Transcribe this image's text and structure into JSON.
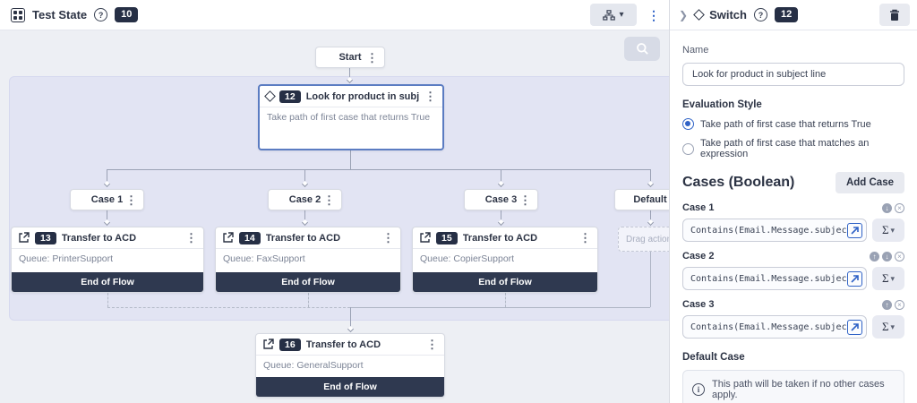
{
  "header": {
    "title": "Test State",
    "badge": "10"
  },
  "canvas": {
    "start_label": "Start",
    "switch_node": {
      "badge": "12",
      "title": "Look for product in subject line",
      "body": "Take path of first case that returns True"
    },
    "branches": [
      {
        "label": "Case 1"
      },
      {
        "label": "Case 2"
      },
      {
        "label": "Case 3"
      },
      {
        "label": "Default"
      }
    ],
    "actions": [
      {
        "badge": "13",
        "title": "Transfer to ACD",
        "body": "Queue: PrinterSupport",
        "footer": "End of Flow"
      },
      {
        "badge": "14",
        "title": "Transfer to ACD",
        "body": "Queue: FaxSupport",
        "footer": "End of Flow"
      },
      {
        "badge": "15",
        "title": "Transfer to ACD",
        "body": "Queue: CopierSupport",
        "footer": "End of Flow"
      },
      {
        "badge": "16",
        "title": "Transfer to ACD",
        "body": "Queue: GeneralSupport",
        "footer": "End of Flow"
      }
    ],
    "default_placeholder": "Drag action here"
  },
  "panel": {
    "title": "Switch",
    "badge": "12",
    "name_label": "Name",
    "name_value": "Look for product in subject line",
    "evaluation_style_label": "Evaluation Style",
    "radio_options": [
      {
        "label": "Take path of first case that returns True",
        "selected": true
      },
      {
        "label": "Take path of first case that matches an expression",
        "selected": false
      }
    ],
    "cases_heading": "Cases (Boolean)",
    "add_case_label": "Add Case",
    "cases": [
      {
        "label": "Case 1",
        "expression": "Contains(Email.Message.subject, \"pri"
      },
      {
        "label": "Case 2",
        "expression": "Contains(Email.Message.subject, \"fax\""
      },
      {
        "label": "Case 3",
        "expression": "Contains(Email.Message.subject, \"cop"
      }
    ],
    "default_case_label": "Default Case",
    "default_case_info": "This path will be taken if no other cases apply."
  },
  "colors": {
    "accent_blue": "#2f62c6",
    "badge_bg": "#262f45",
    "end_of_flow_bg": "#2f3950",
    "selected_node_border": "#5b7cc2",
    "canvas_bg": "#edeff4",
    "selection_region_bg": "#e2e4f3"
  }
}
